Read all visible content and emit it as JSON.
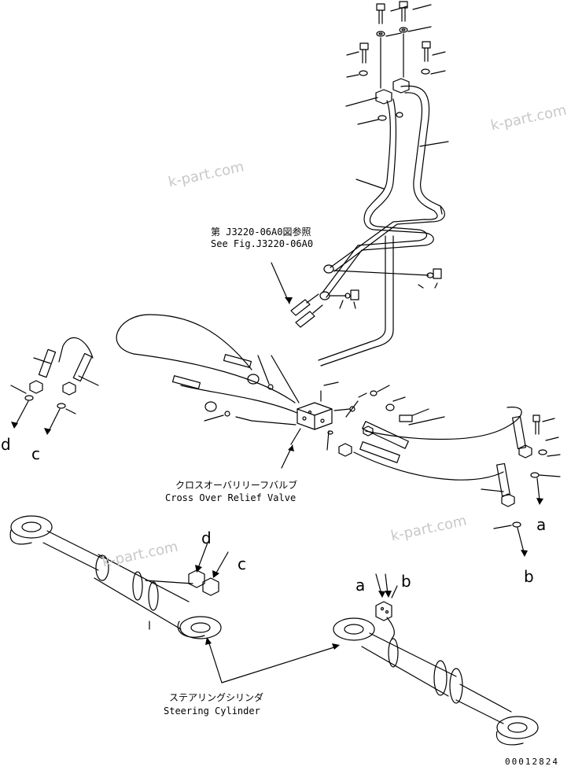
{
  "watermarks": [
    "k-part.com",
    "k-part.com",
    "k-part.com",
    "k-part.com"
  ],
  "labels": {
    "see_fig_ja": "第 J3220-06A0図参照",
    "see_fig_en": "See Fig.J3220-06A0",
    "valve_ja": "クロスオーバリリーフバルブ",
    "valve_en": "Cross Over Relief Valve",
    "cylinder_ja": "ステアリングシリンダ",
    "cylinder_en": "Steering Cylinder"
  },
  "letters": {
    "d_left": "d",
    "c_left": "c",
    "a_right": "a",
    "b_right": "b",
    "d_cyl": "d",
    "c_cyl": "c",
    "a_cyl": "a",
    "b_cyl": "b"
  },
  "drawing_code": "00012824",
  "colors": {
    "line": "#000000",
    "watermark": "#c8c8c8",
    "background": "#ffffff"
  }
}
